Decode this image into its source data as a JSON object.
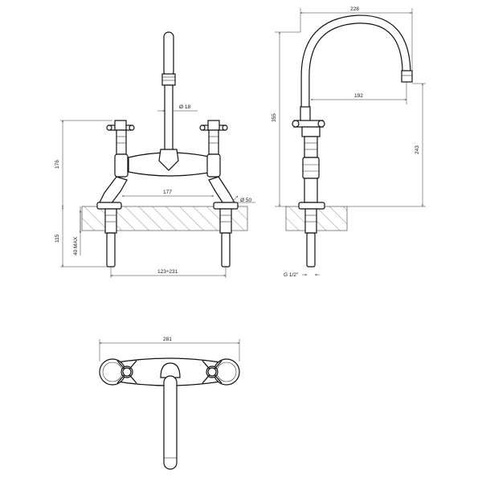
{
  "dimensions": {
    "front_d18": "Ø 18",
    "front_176": "176",
    "front_177": "177",
    "front_d50": "Ø 50",
    "front_115": "115",
    "front_40max": "40 MAX",
    "front_123_231": "123÷231",
    "side_228": "228",
    "side_355": "355",
    "side_192": "192",
    "side_243": "243",
    "side_g12": "G 1/2\"",
    "top_281": "281"
  }
}
